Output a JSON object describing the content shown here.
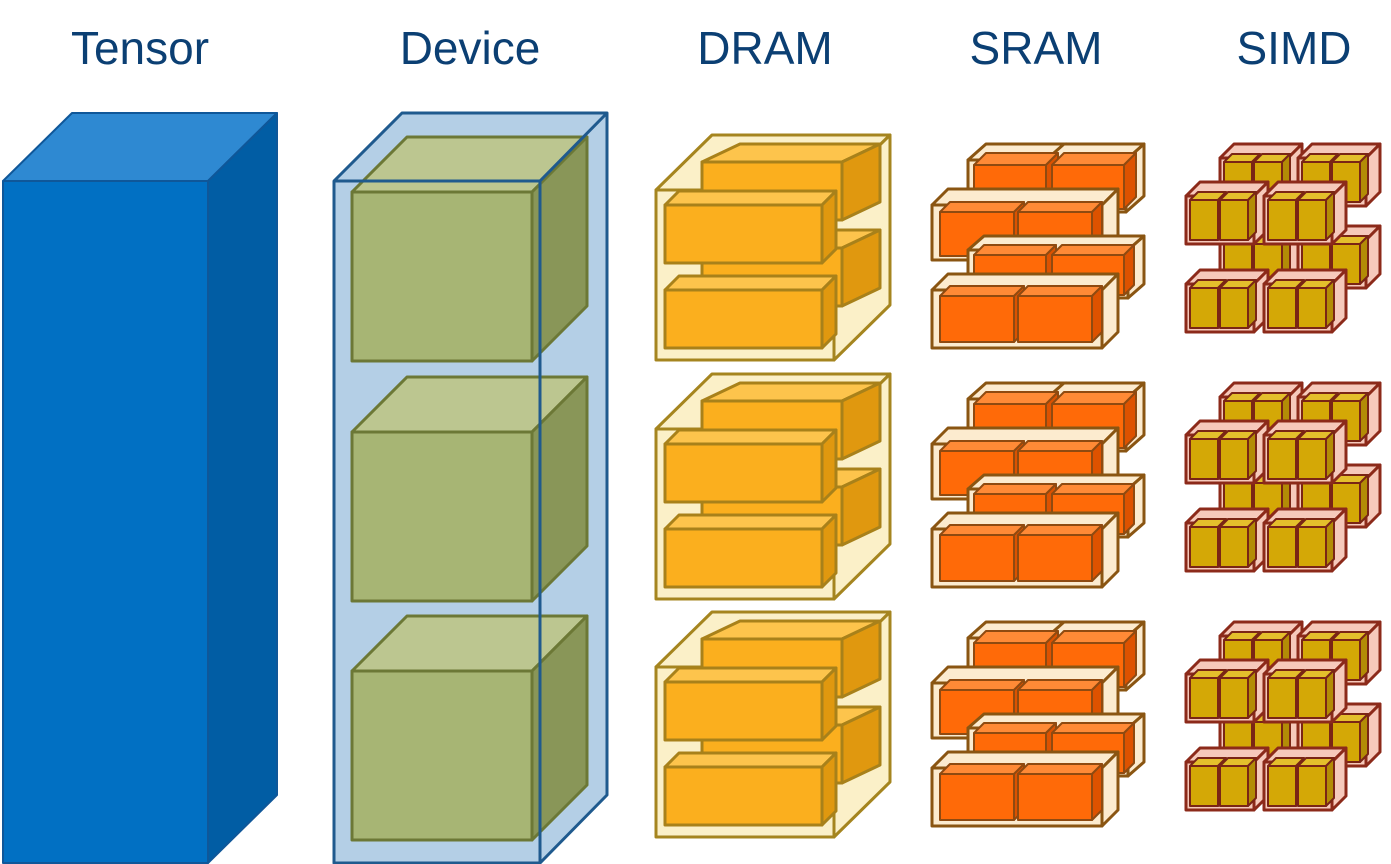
{
  "titles": {
    "tensor": "Tensor",
    "device": "Device",
    "dram": "DRAM",
    "sram": "SRAM",
    "simd": "SIMD"
  },
  "colors": {
    "title": "#0b3f73",
    "tensor_front": "#0170c3",
    "tensor_top": "#2e89d2",
    "tensor_side": "#015da4",
    "tensor_stroke": "#0f5799",
    "device_glass": "#b4cfe6",
    "device_stroke": "#1f5a8e",
    "device_block_front": "#a7b574",
    "device_block_top": "#bcc690",
    "device_block_side": "#899658",
    "device_block_stroke": "#6c7836",
    "dram_frame": "#fbf0c8",
    "dram_frame_stroke": "#a5851f",
    "dram_block_front": "#fbaf1e",
    "dram_block_top": "#fdc44c",
    "dram_block_side": "#e0980f",
    "dram_block_stroke": "#a8811a",
    "sram_frame": "#fcebcf",
    "sram_frame_stroke": "#8a5512",
    "sram_block_front": "#ff6a08",
    "sram_block_top": "#ff8a36",
    "sram_block_side": "#dd5200",
    "sram_block_stroke": "#8f4a10",
    "simd_frame": "#f6c9bb",
    "simd_frame_stroke": "#8c2a1a",
    "simd_block_front": "#d4a806",
    "simd_block_top": "#e4bf2c",
    "simd_block_side": "#b38c06",
    "simd_block_stroke": "#7a2515"
  }
}
